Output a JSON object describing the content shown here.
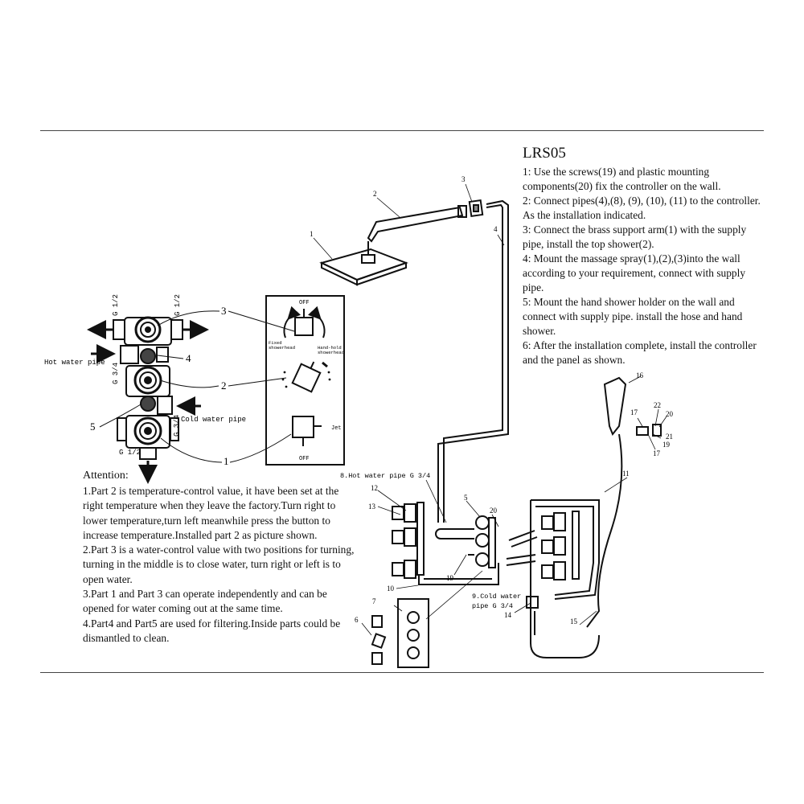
{
  "model": "LRS05",
  "instructions": [
    "1: Use the screws(19) and plastic mounting components(20) fix the controller on the wall.",
    "2: Connect pipes(4),(8), (9), (10), (11) to the controller. As the installation indicated.",
    "3: Connect the brass support arm(1) with the supply pipe, install the top shower(2).",
    "4: Mount the massage spray(1),(2),(3)into the wall according to your requirement, connect with supply pipe.",
    "5: Mount the hand shower holder on the wall and connect with supply pipe. install the hose and hand shower.",
    "6: After  the installation complete, install the controller and the panel as shown."
  ],
  "attention": {
    "heading": "Attention:",
    "items": [
      "1.Part 2 is temperature-control value, it have been set at the right temperature when they leave the factory.Turn right to lower temperature,turn left meanwhile press the button to increase temperature.Installed part 2 as picture shown.",
      "2.Part 3 is a water-control value with two positions for turning, turning in the middle is to close water, turn right or left is to open water.",
      "3.Part 1 and Part 3 can operate independently and can be opened for water coming out at the same time.",
      "4.Part4 and Part5 are used for filtering.Inside parts could be dismantled to clean."
    ]
  },
  "valve_diagram": {
    "g12_top_left": "G 1/2",
    "g12_top_right": "G 1/2",
    "g34": "G 3/4",
    "g34_right": "G 3/4",
    "g12_bottom": "G 1/2",
    "hot_water": "Hot water pipe",
    "cold_water": "Cold water pipe",
    "callouts": [
      "3",
      "4",
      "2",
      "5",
      "1"
    ]
  },
  "dial_panel": {
    "off_top": "OFF",
    "fixed": "Fixed showerhead",
    "fixed_l1": "Fixed",
    "fixed_l2": "showerhead",
    "handheld": "Hand-hold showerhead",
    "handheld_l1": "Hand-hold",
    "handheld_l2": "showerhead",
    "jet": "Jet",
    "off_bottom": "OFF"
  },
  "assembly": {
    "hot_label": "8.Hot water pipe G 3/4",
    "cold_label_l1": "9.Cold water",
    "cold_label_l2": "pipe G 3/4",
    "part_numbers": [
      "1",
      "2",
      "3",
      "4",
      "5",
      "6",
      "7",
      "10",
      "11",
      "12",
      "13",
      "14",
      "15",
      "16",
      "17",
      "17",
      "19",
      "19",
      "20",
      "20",
      "21",
      "22"
    ]
  }
}
